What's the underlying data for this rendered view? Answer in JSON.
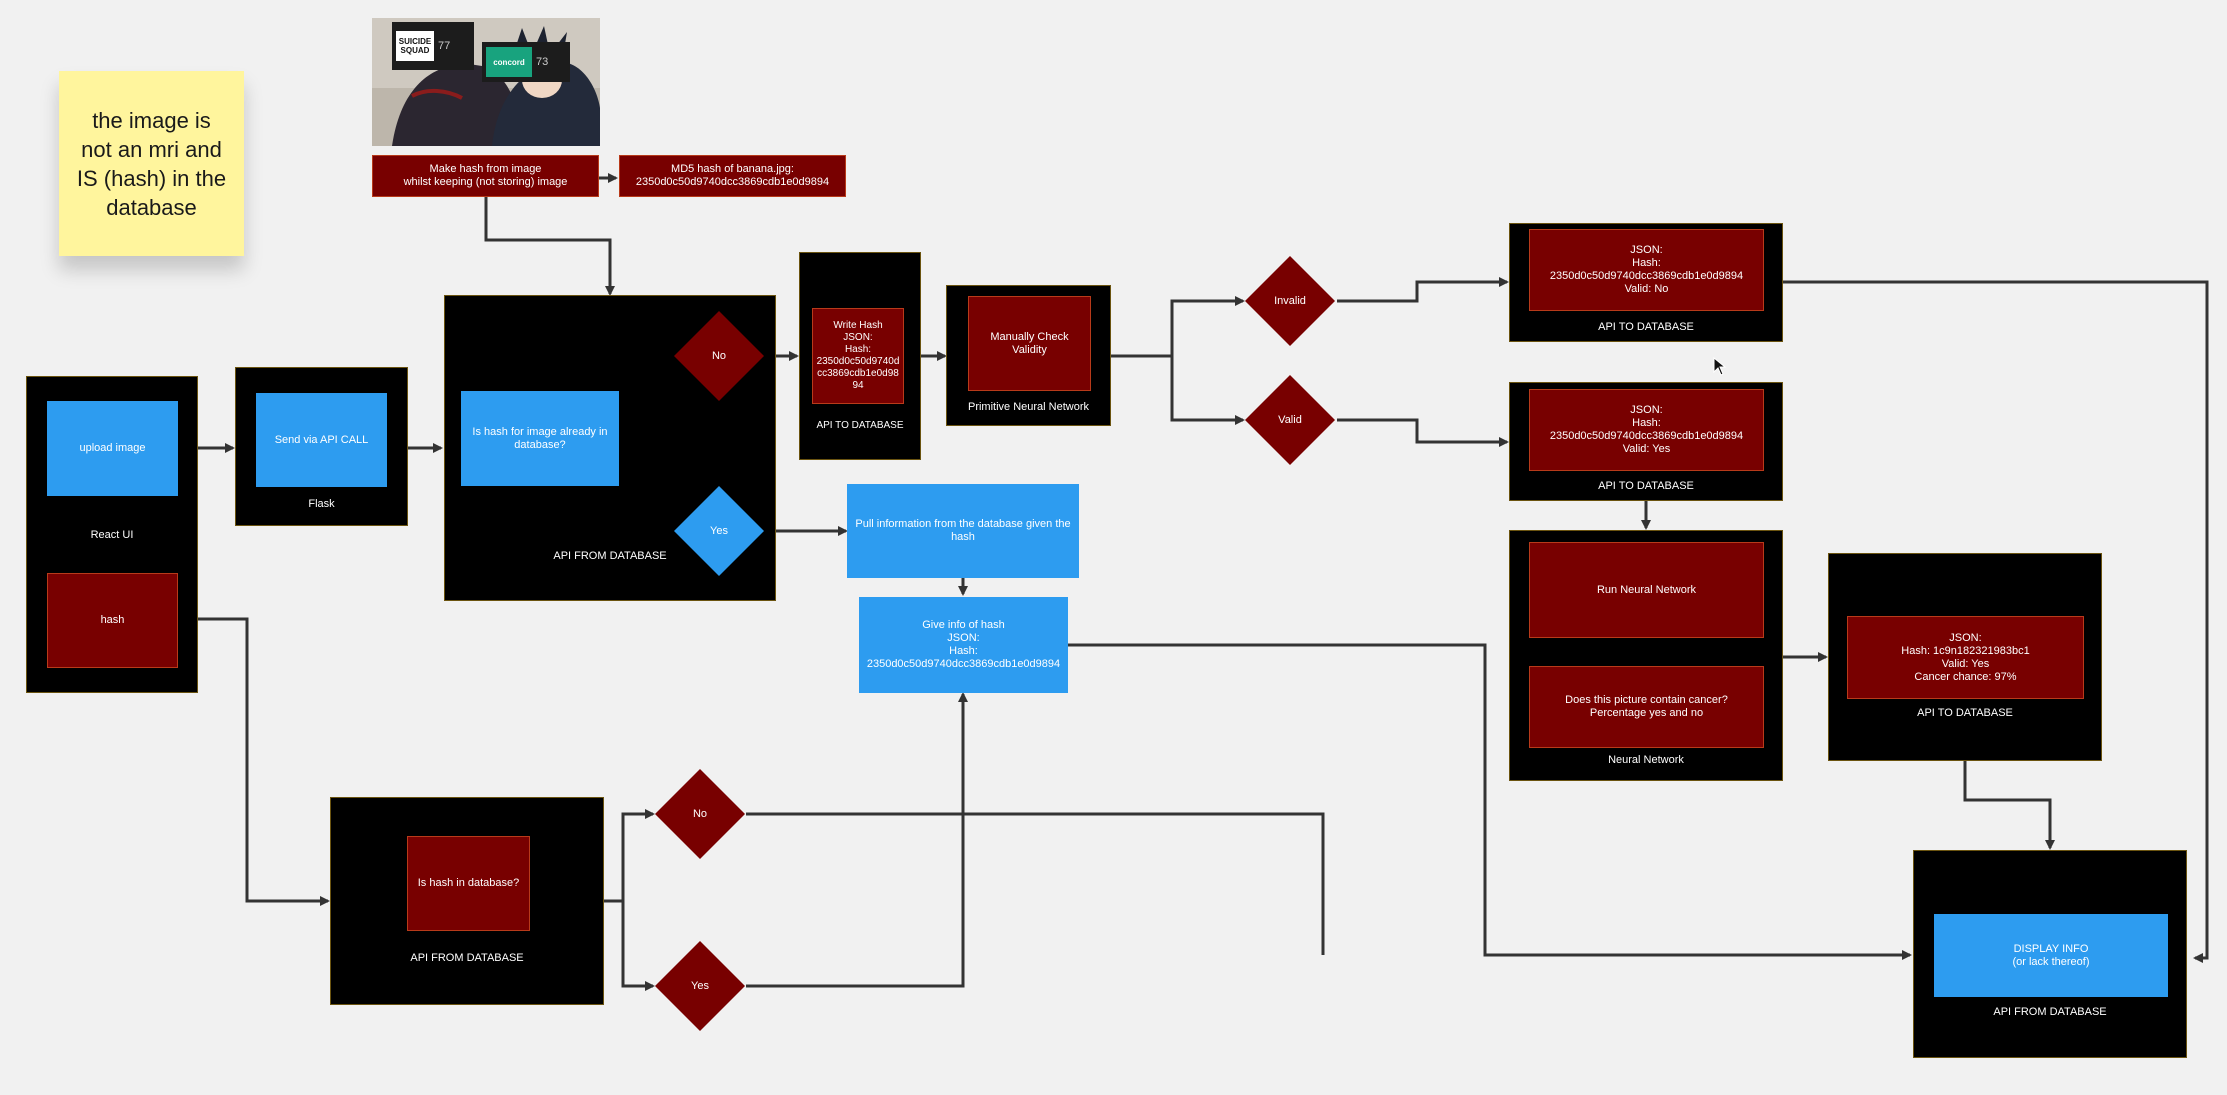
{
  "sticky_note": {
    "text": "the image is\nnot an mri and\nIS (hash) in the\ndatabase"
  },
  "colors": {
    "canvas": "#f1f1f1",
    "container": "#000000",
    "red_box": "#780000",
    "blue_box": "#2d9cf0",
    "connector": "#333333",
    "sticky": "#fff59d"
  },
  "image_preview": {
    "logo1_text": "SUICIDE\nSQUAD",
    "logo1_num": "77",
    "logo2_text": "concord",
    "logo2_num": "73"
  },
  "hash_step": {
    "make_hash": "Make hash from image\nwhilst keeping (not storing) image",
    "md5_label": "MD5 hash of banana.jpg:\n2350d0c50d9740dcc3869cdb1e0d9894"
  },
  "react_ui": {
    "upload": "upload image",
    "caption": "React UI",
    "hash": "hash"
  },
  "flask": {
    "send": "Send via API CALL",
    "caption": "Flask"
  },
  "api_from_db_1": {
    "question": "Is hash for image already in\ndatabase?",
    "caption": "API FROM DATABASE",
    "no": "No",
    "yes": "Yes"
  },
  "write_hash": {
    "text": "Write Hash\nJSON:\nHash:\n2350d0c50d9740d\ncc3869cdb1e0d98\n94",
    "caption": "API TO DATABASE"
  },
  "primitive_nn": {
    "text": "Manually Check Validity",
    "caption": "Primitive Neural Network"
  },
  "validity": {
    "invalid": "Invalid",
    "valid": "Valid"
  },
  "api_to_db_invalid": {
    "text": "JSON:\nHash: 2350d0c50d9740dcc3869cdb1e0d9894\nValid: No",
    "caption": "API TO DATABASE"
  },
  "api_to_db_valid": {
    "text": "JSON:\nHash: 2350d0c50d9740dcc3869cdb1e0d9894\nValid: Yes",
    "caption": "API TO DATABASE"
  },
  "pull_info": {
    "text": "Pull information from the database given the hash"
  },
  "give_info": {
    "text": "Give info of hash\nJSON:\nHash: 2350d0c50d9740dcc3869cdb1e0d9894"
  },
  "neural_network": {
    "run": "Run Neural Network",
    "question": "Does this picture contain cancer?\nPercentage yes and no",
    "caption": "Neural Network"
  },
  "api_to_db_result": {
    "text": "JSON:\nHash: 1c9n182321983bc1\nValid: Yes\nCancer chance: 97%",
    "caption": "API TO DATABASE"
  },
  "api_from_db_2": {
    "question": "Is hash in database?",
    "caption": "API FROM DATABASE",
    "no": "No",
    "yes": "Yes"
  },
  "display": {
    "text": "DISPLAY INFO\n(or lack thereof)",
    "caption": "API FROM DATABASE"
  }
}
